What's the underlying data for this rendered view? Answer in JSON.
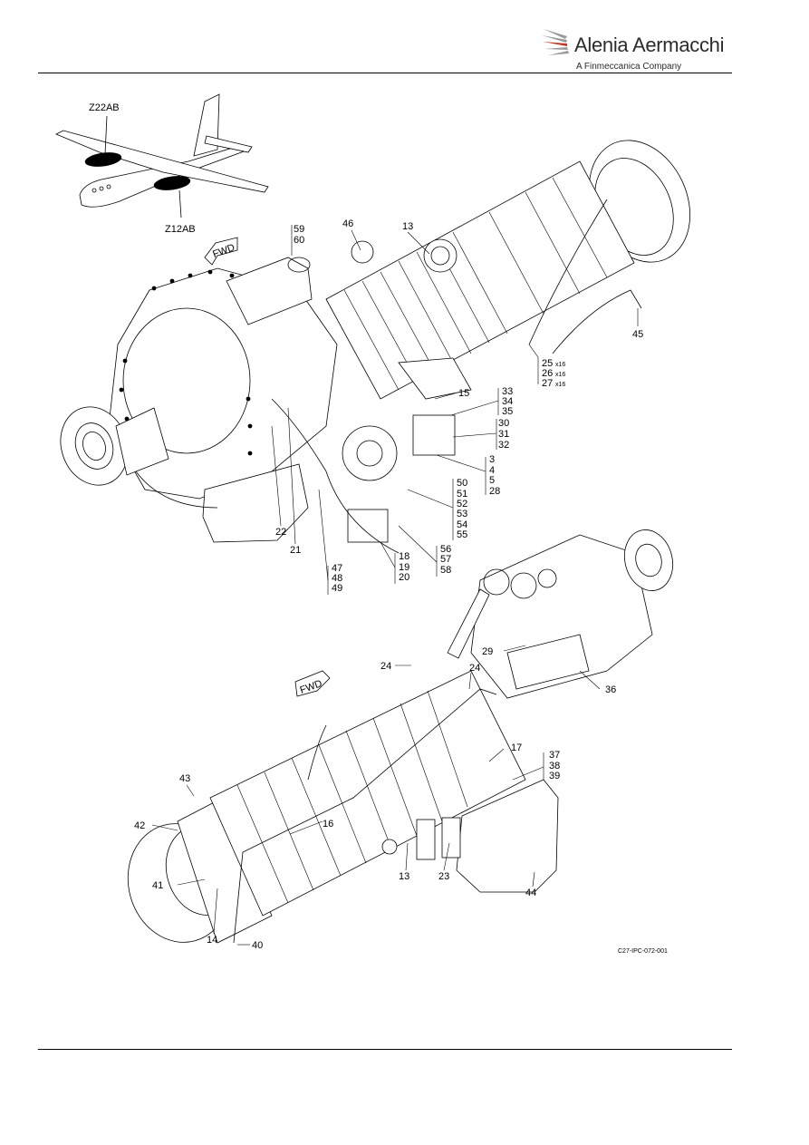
{
  "header": {
    "brand_name": "Alenia Aermacchi",
    "brand_subtitle": "A Finmeccanica Company"
  },
  "aircraft_inset": {
    "zone_left": "Z22AB",
    "zone_right": "Z12AB"
  },
  "views": {
    "fwd_label_top": "FWD",
    "fwd_label_bottom": "FWD"
  },
  "callouts_top": {
    "c59": "59",
    "c60": "60",
    "c46": "46",
    "c13": "13",
    "c45": "45",
    "c25": "25",
    "c25q": "x16",
    "c26": "26",
    "c26q": "x16",
    "c27": "27",
    "c27q": "x16",
    "c15": "15",
    "c33": "33",
    "c34": "34",
    "c35": "35",
    "c30": "30",
    "c31": "31",
    "c32": "32",
    "c3": "3",
    "c4": "4",
    "c5": "5",
    "c28": "28",
    "c50": "50",
    "c51": "51",
    "c52": "52",
    "c53": "53",
    "c54": "54",
    "c55": "55",
    "c56": "56",
    "c57": "57",
    "c58": "58",
    "c18": "18",
    "c19": "19",
    "c20": "20",
    "c47": "47",
    "c48": "48",
    "c49": "49",
    "c21": "21",
    "c22": "22"
  },
  "callouts_bottom": {
    "c29": "29",
    "c24a": "24",
    "c24b": "24",
    "c36": "36",
    "c17": "17",
    "c37": "37",
    "c38": "38",
    "c39": "39",
    "c43": "43",
    "c42": "42",
    "c16": "16",
    "c41": "41",
    "c13": "13",
    "c23": "23",
    "c44": "44",
    "c14": "14",
    "c40": "40"
  },
  "figure_code": "C27-IPC-072-001"
}
